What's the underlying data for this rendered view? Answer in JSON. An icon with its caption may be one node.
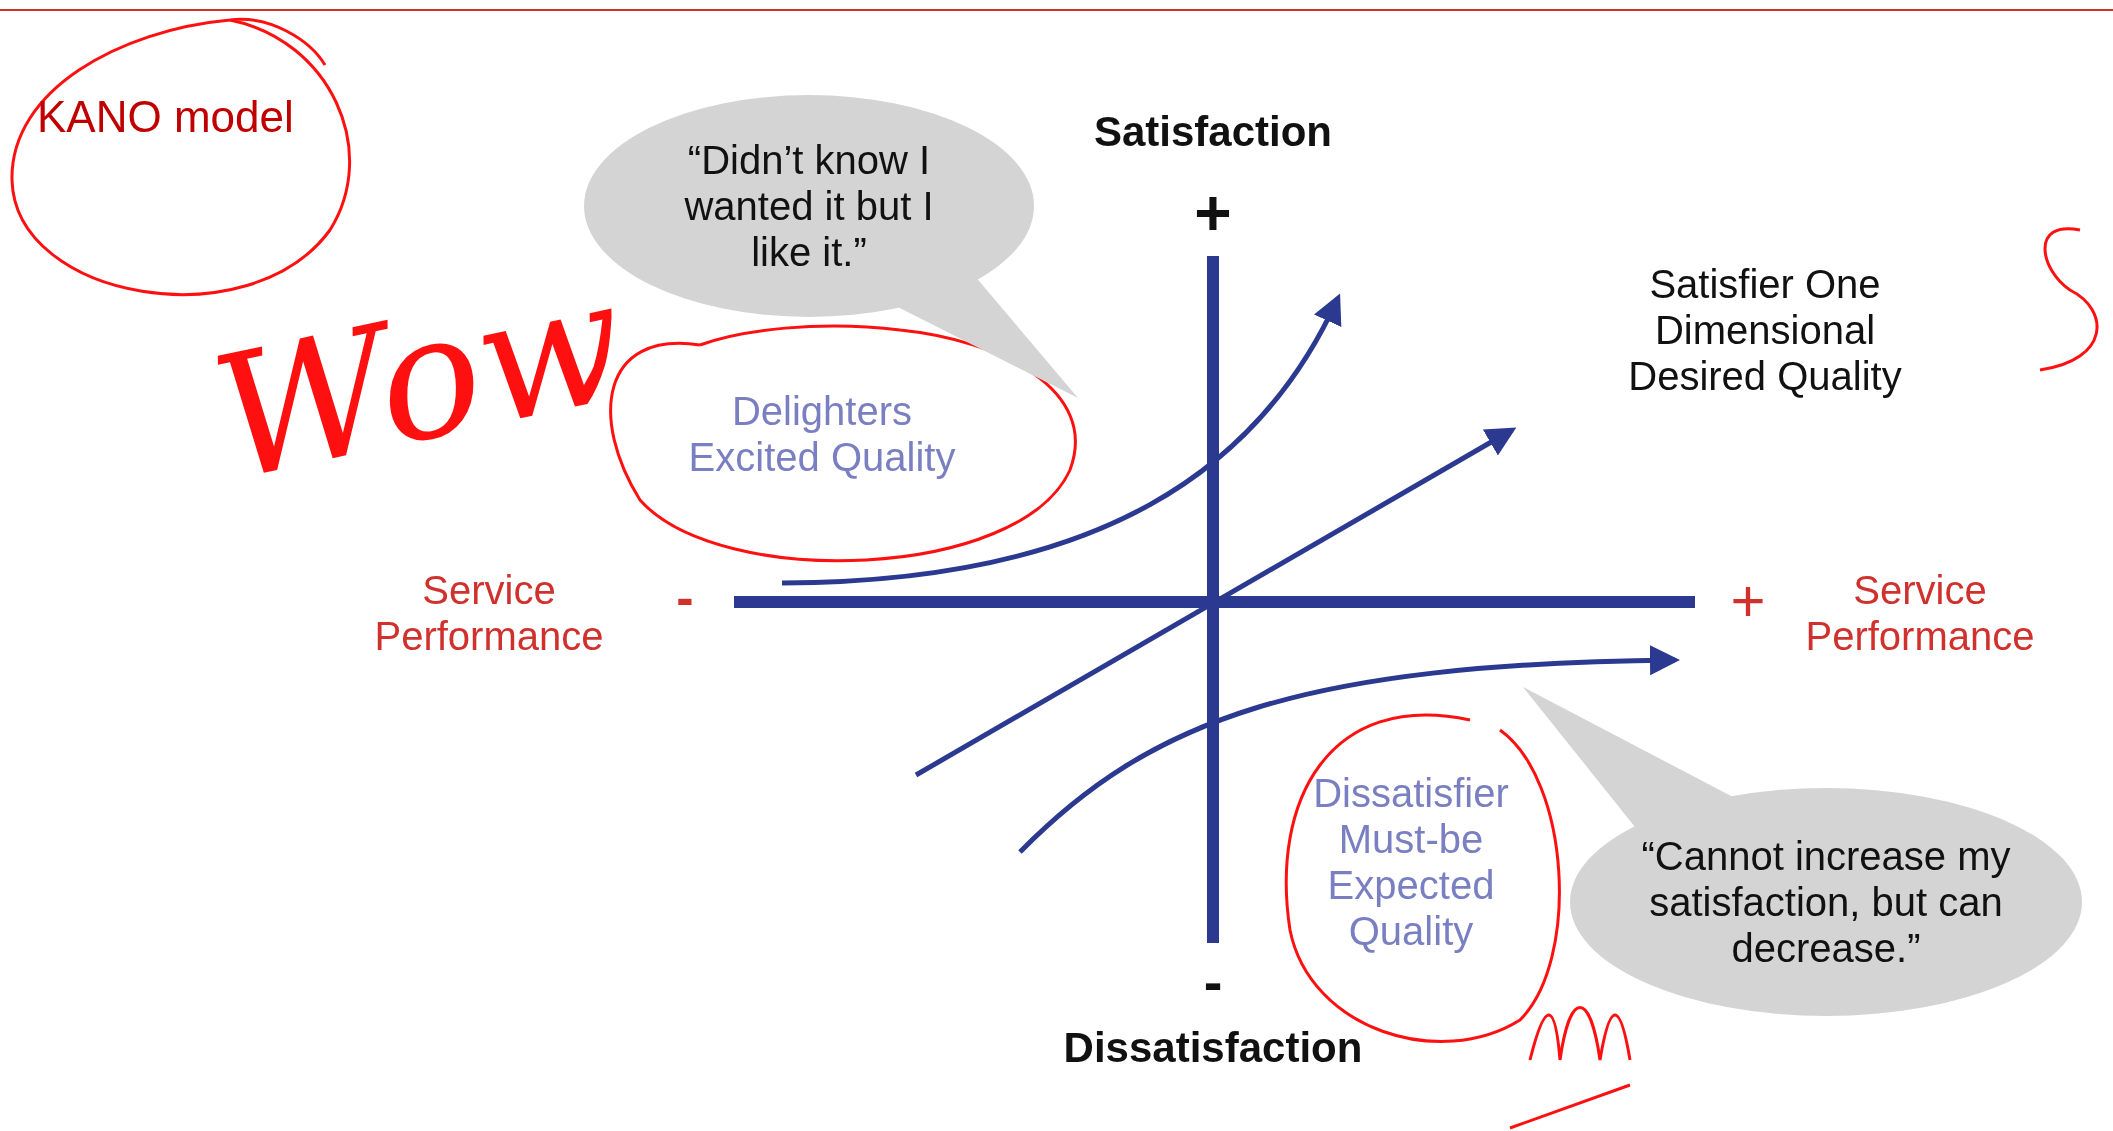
{
  "diagram": {
    "title": "KANO model",
    "nodes": [
      {
        "text": [
          "“Didn’t know I wanted it but I like it.”"
        ]
      },
      {
        "text": [
          "“Cannot increase my satisfaction, but can decrease.”"
        ]
      }
    ],
    "labels": [
      "Wow",
      "Satisfaction",
      "+",
      "Satisfier One Dimensional Desired Quality",
      "Delighters Excited Quality",
      "Service Performance",
      "-",
      "+",
      "Service Performance",
      "Dissatisfier Must-be Expected Quality",
      "-",
      "Dissatisfaction"
    ]
  }
}
